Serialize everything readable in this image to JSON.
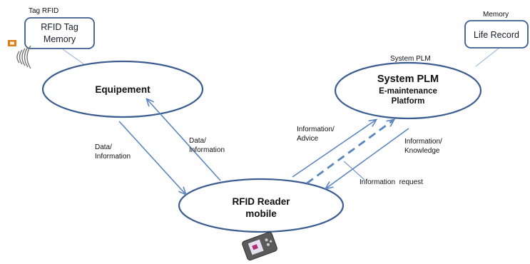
{
  "nodes": {
    "tag_box": {
      "caption": "Tag RFID",
      "line1": "RFID Tag",
      "line2": "Memory"
    },
    "memory_box": {
      "caption": "Memory",
      "label": "Life Record"
    },
    "equipement": {
      "label": "Equipement"
    },
    "system_plm": {
      "caption": "System PLM",
      "line1": "System PLM",
      "line2": "E-maintenance",
      "line3": "Platform"
    },
    "rfid_reader": {
      "line1": "RFID Reader",
      "line2": "mobile"
    }
  },
  "edges": {
    "equip_to_reader": {
      "line1": "Data/",
      "line2": "Information"
    },
    "reader_to_equip": {
      "line1": "Data/",
      "line2": "Information"
    },
    "reader_to_plm": {
      "line1": "Information/",
      "line2": "Advice"
    },
    "plm_to_reader": {
      "line1": "Information/",
      "line2": "Knowledge"
    },
    "request": {
      "label": "Information  request"
    }
  },
  "icons": [
    "rfid-tag-icon",
    "rfid-signal-waves-icon",
    "mobile-phone-icon"
  ],
  "colors": {
    "ellipse_stroke": "#3c5d8f",
    "arrow": "#5a86c0",
    "connector": "#8ab0d8"
  }
}
